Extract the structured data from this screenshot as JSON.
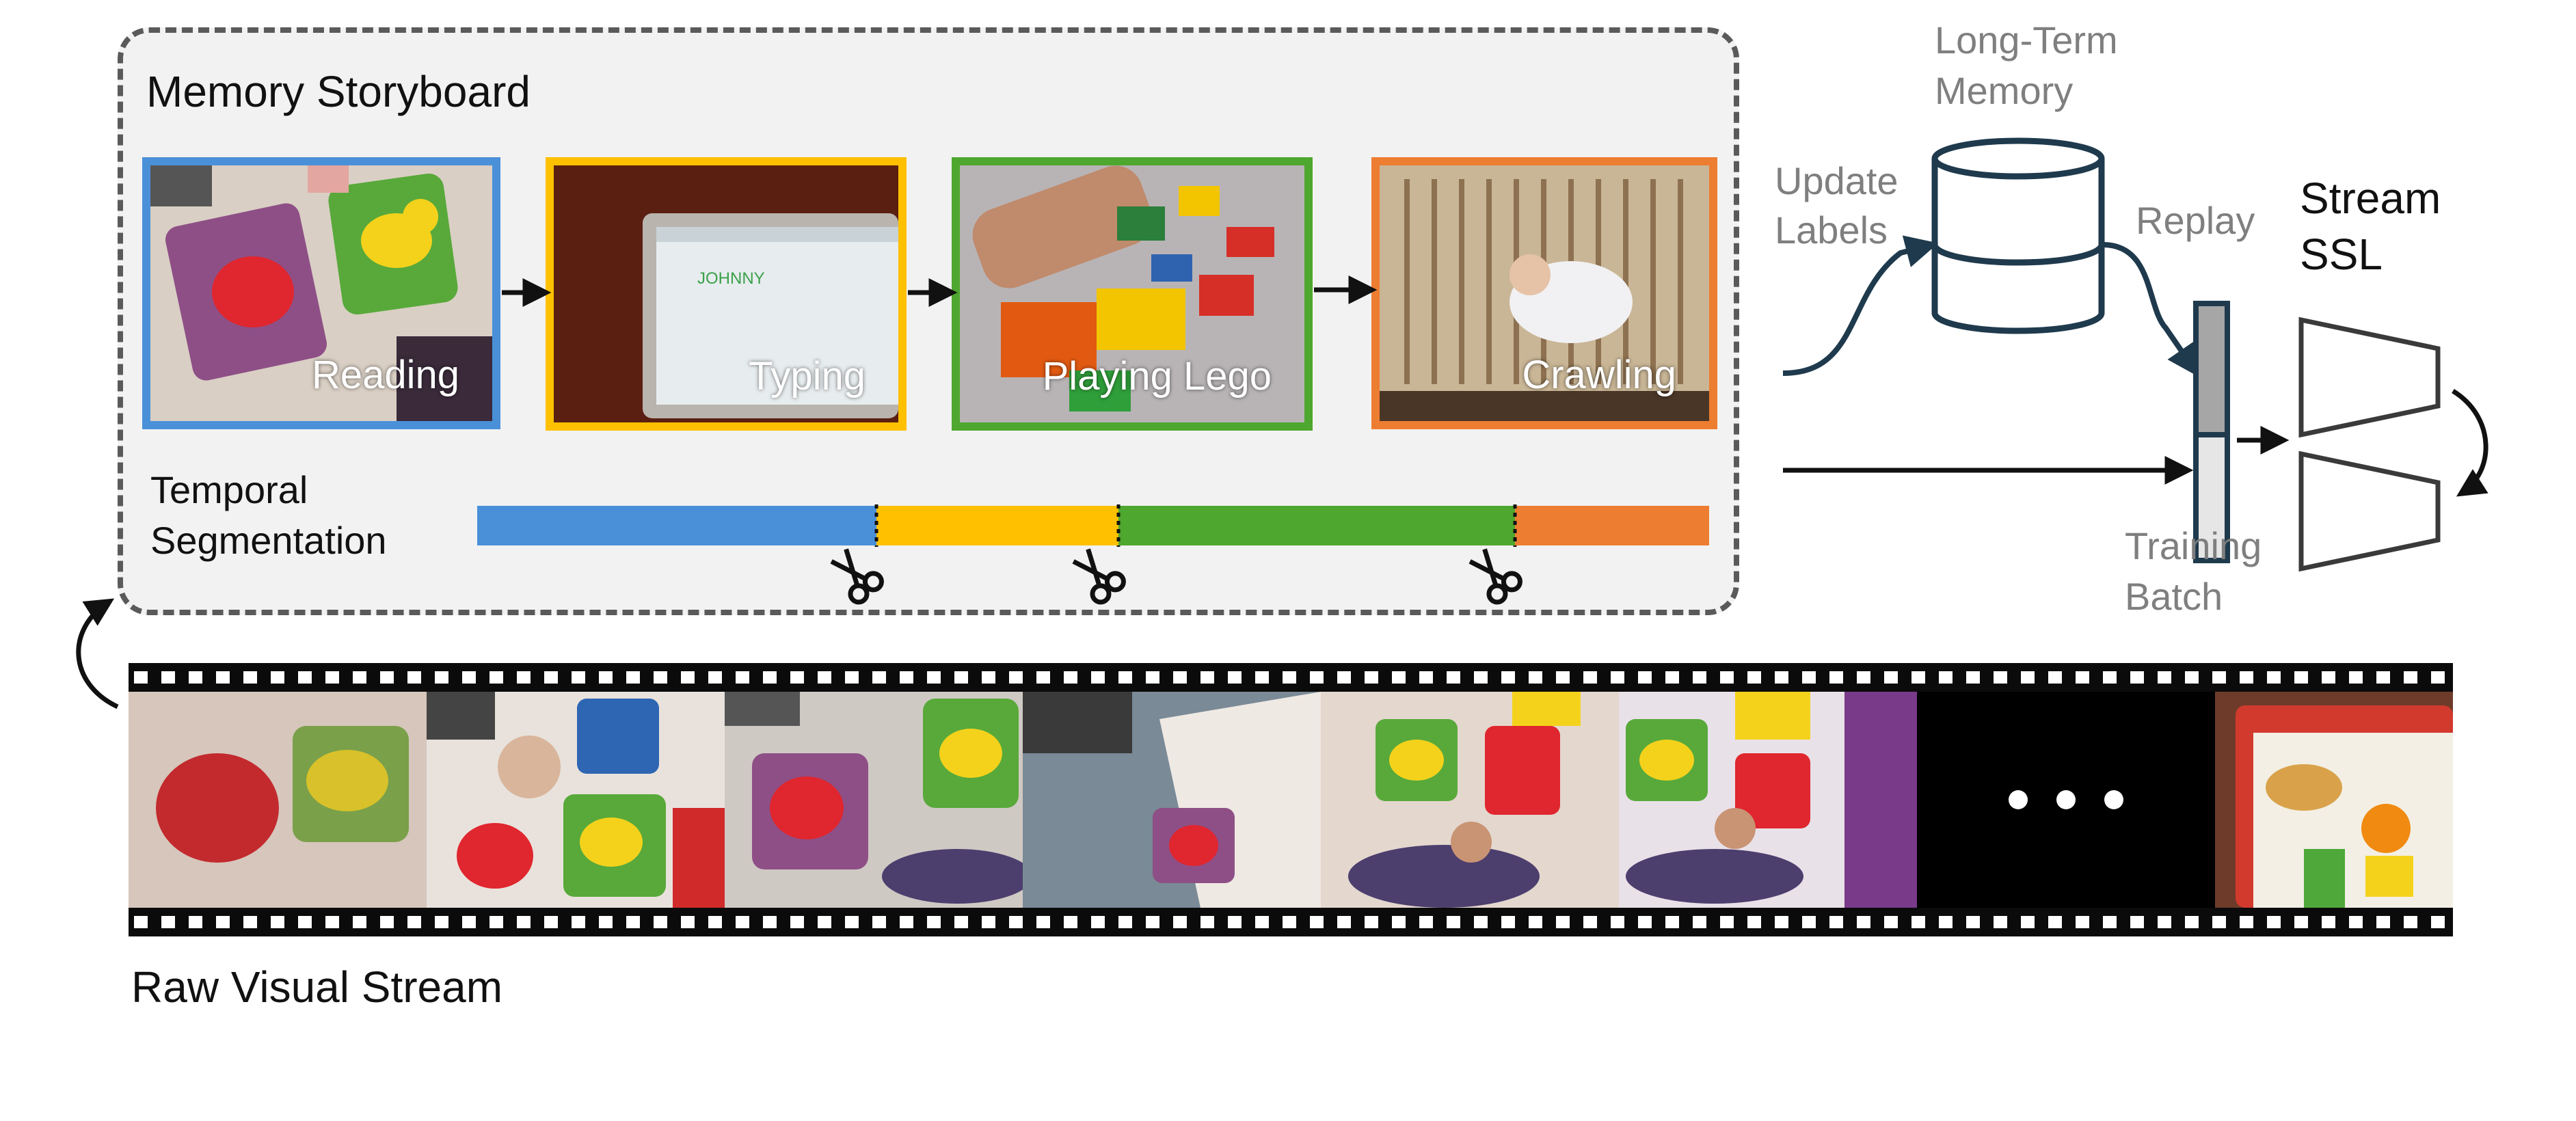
{
  "storyboard": {
    "title": "Memory Storyboard",
    "frames": [
      {
        "label": "Reading",
        "color": "#4a90d9"
      },
      {
        "label": "Typing",
        "color": "#ffc000"
      },
      {
        "label": "Playing Lego",
        "color": "#4ea72e"
      },
      {
        "label": "Crawling",
        "color": "#ed7d31"
      }
    ],
    "laptop_text": "JOHNNY",
    "segmentation_label_line1": "Temporal",
    "segmentation_label_line2": "Segmentation",
    "segments": [
      {
        "color": "#4a90d9",
        "fraction": 0.324
      },
      {
        "color": "#ffc000",
        "fraction": 0.196
      },
      {
        "color": "#4ea72e",
        "fraction": 0.322
      },
      {
        "color": "#ed7d31",
        "fraction": 0.158
      }
    ],
    "cut_icon": "scissors-icon"
  },
  "memory": {
    "title_line1": "Long-Term",
    "title_line2": "Memory",
    "update_line1": "Update",
    "update_line2": "Labels",
    "replay": "Replay"
  },
  "batch": {
    "label_line1": "Training",
    "label_line2": "Batch"
  },
  "ssl": {
    "label_line1": "Stream",
    "label_line2": "SSL"
  },
  "stream": {
    "label": "Raw Visual Stream",
    "ellipsis_icon": "ellipsis-icon"
  }
}
